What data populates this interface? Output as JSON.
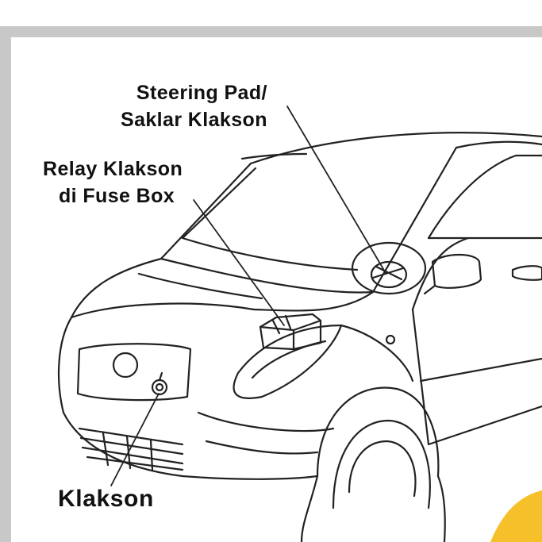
{
  "colors": {
    "border": "#c8c8c8",
    "line": "#222222",
    "accent": "#f6c02a",
    "background": "#ffffff"
  },
  "labels": {
    "steering_line1": "Steering Pad/",
    "steering_line2": "Saklar Klakson",
    "relay_line1": "Relay Klakson",
    "relay_line2": "di Fuse Box",
    "horn": "Klakson"
  }
}
